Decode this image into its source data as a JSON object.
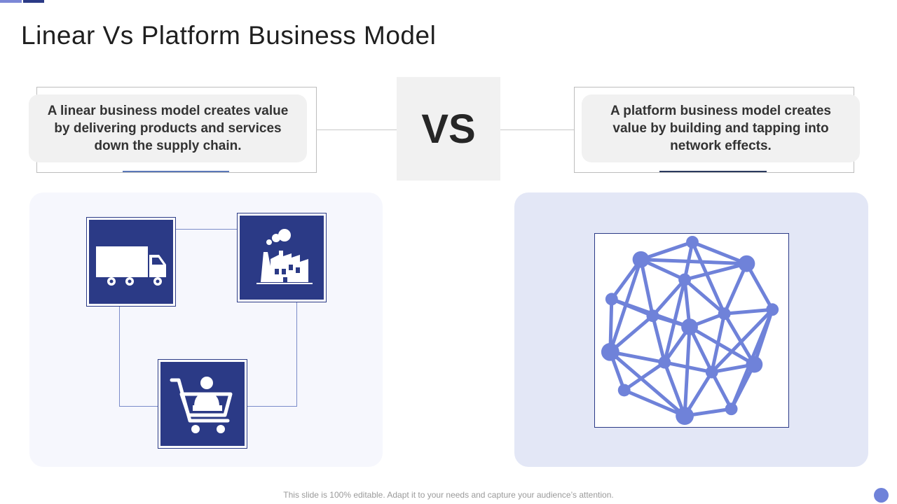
{
  "slide": {
    "title": "Linear Vs Platform Business Model",
    "vs_label": "VS",
    "linear": {
      "description": "A linear business model creates value by delivering products and services down the supply chain.",
      "icons": [
        "truck-icon",
        "factory-icon",
        "shopping-cart-customer-icon"
      ]
    },
    "platform": {
      "description": "A platform business model creates value by building and tapping into network effects.",
      "icons": [
        "network-graph-icon"
      ]
    },
    "footer": "This slide is 100% editable. Adapt it to your needs and capture your audience’s attention."
  },
  "colors": {
    "accent_dark": "#2b3a86",
    "accent_light": "#7c87d6",
    "network_blue": "#6f82d9",
    "panel_left_bg": "#f6f7fd",
    "panel_right_bg": "#e3e7f6",
    "pill_bg": "#f1f1f1"
  }
}
